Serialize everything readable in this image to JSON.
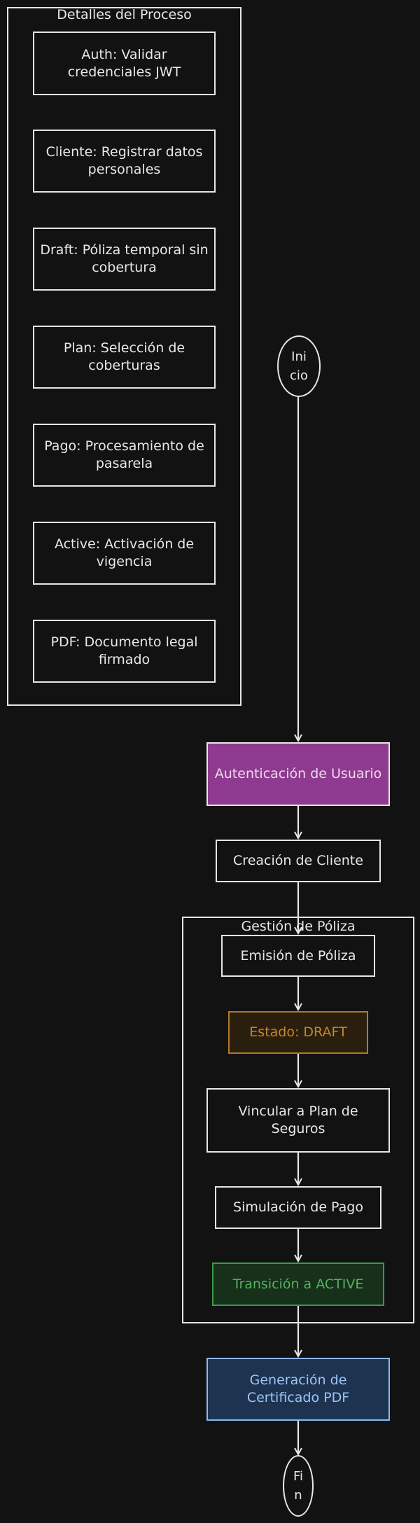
{
  "details": {
    "title": "Detalles del Proceso",
    "items": [
      "Auth: Validar credenciales JWT",
      "Cliente: Registrar datos personales",
      "Draft: Póliza temporal sin cobertura",
      "Plan: Selección de coberturas",
      "Pago: Procesamiento de pasarela",
      "Active: Activación de vigencia",
      "PDF: Documento legal firmado"
    ]
  },
  "flow": {
    "start": "Ini cio",
    "auth": "Autenticación de Usuario",
    "client": "Creación de Cliente",
    "group_title": "Gestión de Póliza",
    "emission": "Emisión de Póliza",
    "draft": "Estado: DRAFT",
    "plan": "Vincular a Plan de Seguros",
    "payment": "Simulación de Pago",
    "active": "Transición a ACTIVE",
    "certificate": "Generación de Certificado PDF",
    "end": "Fi n"
  },
  "colors": {
    "background": "#121212",
    "stroke": "#e6e6e6",
    "auth_fill": "#8e3a8e",
    "draft_fill": "#2a1f0e",
    "draft_text": "#c8862a",
    "active_fill": "#16301a",
    "active_border": "#3c9a48",
    "active_text": "#53b35f",
    "cert_fill": "#1e3350",
    "cert_border": "#8cb8ee",
    "cert_text": "#9cc6f8"
  }
}
